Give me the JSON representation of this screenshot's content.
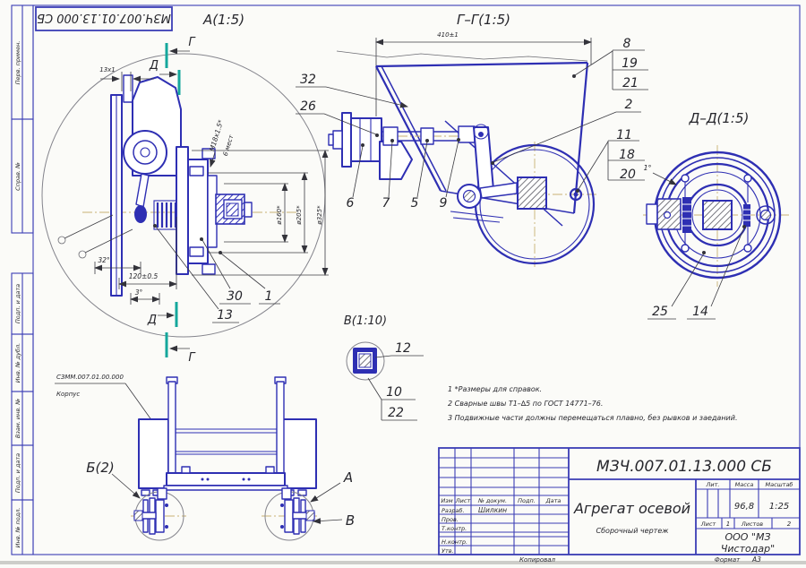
{
  "colors": {
    "blue": "#2e2fb3",
    "frame": "#3b3db5",
    "thin": "#6b6b72",
    "teal": "#15a79c",
    "tan": "#c9b273",
    "ink": "#26262c",
    "paper": "#fbfbf8"
  },
  "stamp": {
    "doc_number": "МЗЧ.007.01.13.000 СБ"
  },
  "sidebar": {
    "items": [
      "Перв. примен.",
      "Справ. №",
      "Подп. и дата",
      "Инв. № дубл.",
      "Взам. инв. №",
      "Подп. и дата",
      "Инв. № подл."
    ]
  },
  "view_a": {
    "title": "А(1:5)",
    "dim_13": "13х1",
    "thread": "М18х1.5*",
    "places": "6 мест",
    "dia_160": "ø160*",
    "dia_205": "ø205*",
    "dia_325": "ø325*",
    "ang_32": "32°",
    "dim_120": "120±0.5",
    "ang_3": "3°",
    "callout_30": "30",
    "callout_1": "1",
    "callout_13": "13",
    "mark_g": "Г",
    "mark_d": "Д"
  },
  "view_gg": {
    "title": "Г–Г(1:5)",
    "dim_410": "410±1",
    "callout_32": "32",
    "callout_26": "26",
    "callout_6": "6",
    "callout_7": "7",
    "callout_5": "5",
    "callout_9": "9",
    "callout_2": "2",
    "stack_top": [
      "8",
      "19",
      "21"
    ],
    "stack_mid": [
      "11",
      "18",
      "20"
    ]
  },
  "view_dd": {
    "title": "Д–Д(1:5)",
    "ang_1": "1°",
    "callout_25": "25",
    "callout_14": "14"
  },
  "view_b": {
    "title": "В(1:10)",
    "callout_12": "12",
    "callout_10": "10",
    "callout_22": "22"
  },
  "view_front": {
    "korpus_number": "СЗММ.007.01.00.000",
    "korpus_name": "Корпус",
    "label_b2": "Б(2)",
    "label_a": "А",
    "label_v": "В"
  },
  "notes": {
    "n1": "1   *Размеры для справок.",
    "n2": "2   Сварные швы Т1–∆5 по ГОСТ 14771–76.",
    "n3": "3   Подвижные части должны перемещаться плавно, без рывков и заеданий."
  },
  "titleblock": {
    "doc_number": "МЗЧ.007.01.13.000 СБ",
    "product_name": "Агрегат осевой",
    "doc_type": "Сборочный чертеж",
    "col_izm": "Изм",
    "col_list": "Лист",
    "col_doc": "№ докум.",
    "col_podp": "Подп.",
    "col_data": "Дата",
    "row_razrab": "Разраб.",
    "row_razrab_name": "Шилкин",
    "row_prov": "Пров.",
    "row_tkontr": "Т.контр.",
    "row_nkontr": "Н.контр.",
    "row_utv": "Утв.",
    "lit_label": "Лит.",
    "mass_label": "Масса",
    "scale_label": "Масштаб",
    "mass_value": "96,8",
    "scale_value": "1:25",
    "sheet_label": "Лист",
    "sheet_value": "1",
    "sheets_label": "Листов",
    "sheets_value": "2",
    "company_line1": "ООО \"МЗ",
    "company_line2": "Чистодар\"",
    "copied": "Копировал",
    "format_label": "Формат",
    "format_value": "А3"
  }
}
